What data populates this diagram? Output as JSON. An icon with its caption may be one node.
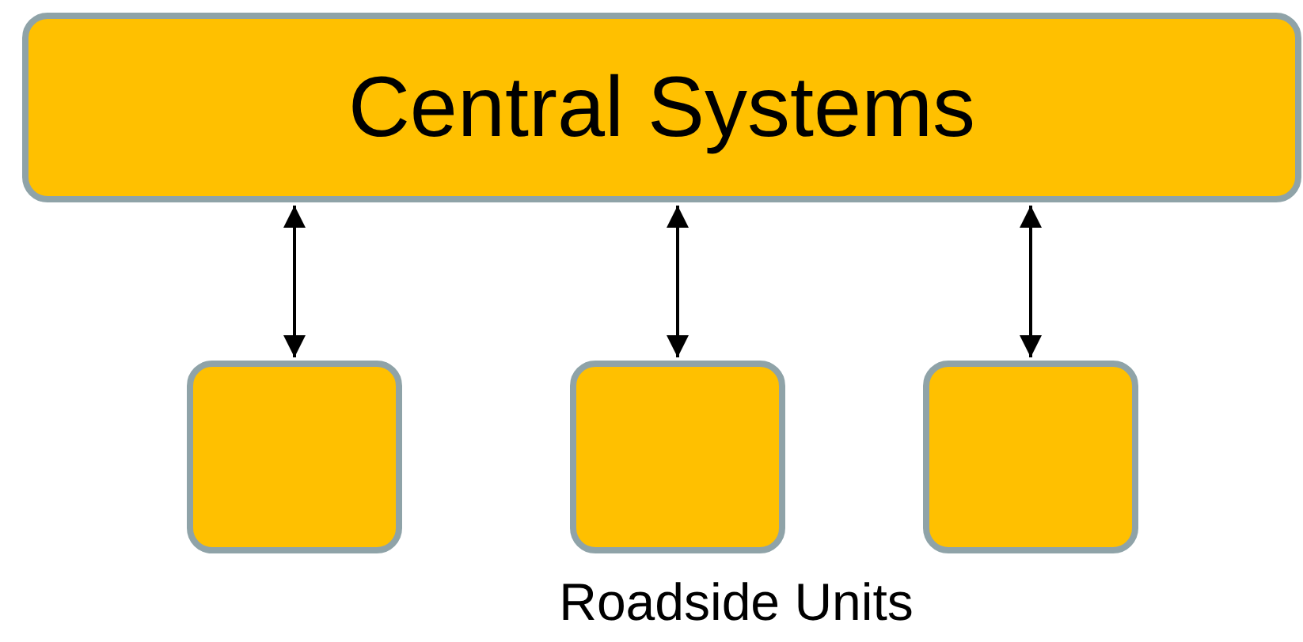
{
  "diagram": {
    "nodes": [
      {
        "text": [
          "Central Systems"
        ]
      },
      {
        "text": [],
        "shape": "box"
      },
      {
        "text": [],
        "shape": "box"
      },
      {
        "text": [],
        "shape": "box"
      }
    ],
    "edges": [
      {
        "from": 0,
        "to": 1,
        "arrow": "both"
      },
      {
        "from": 0,
        "to": 2,
        "arrow": "both"
      },
      {
        "from": 0,
        "to": 3,
        "arrow": "both"
      }
    ],
    "labels": [
      "Roadside Units"
    ]
  }
}
